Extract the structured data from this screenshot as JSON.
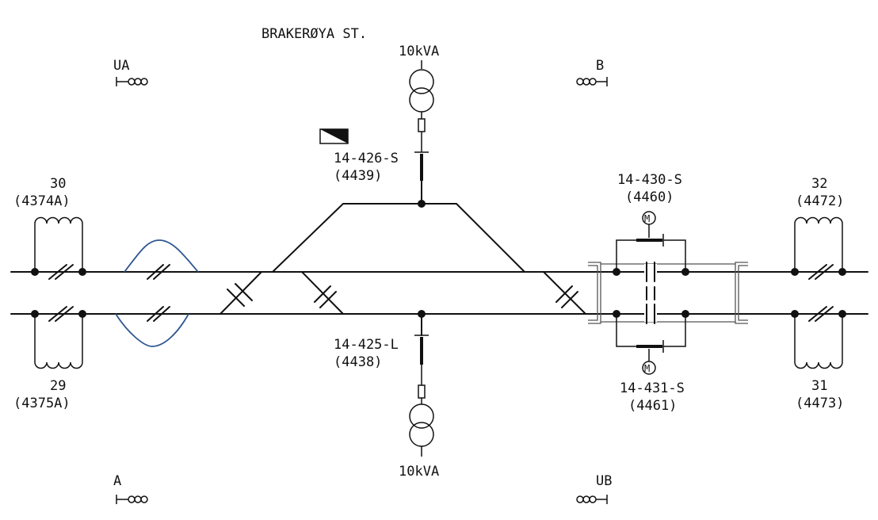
{
  "station_title": "BRAKERØYA ST.",
  "signals": {
    "ua": "UA",
    "b": "B",
    "a": "A",
    "ub": "UB"
  },
  "transformers": {
    "top": "10kVA",
    "bottom": "10kVA"
  },
  "disconnectors": {
    "d_426": {
      "name": "14-426-S",
      "number": "(4439)"
    },
    "d_425": {
      "name": "14-425-L",
      "number": "(4438)"
    },
    "d_430": {
      "name": "14-430-S",
      "number": "(4460)"
    },
    "d_431": {
      "name": "14-431-S",
      "number": "(4461)"
    }
  },
  "boosters": {
    "b30": {
      "name": "30",
      "number": "(4374A)"
    },
    "b29": {
      "name": "29",
      "number": "(4375A)"
    },
    "b32": {
      "name": "32",
      "number": "(4472)"
    },
    "b31": {
      "name": "31",
      "number": "(4473)"
    }
  },
  "motor_symbol": "M",
  "colors": {
    "line": "#111111",
    "cable": "#2f5690",
    "frame": "#555555"
  }
}
